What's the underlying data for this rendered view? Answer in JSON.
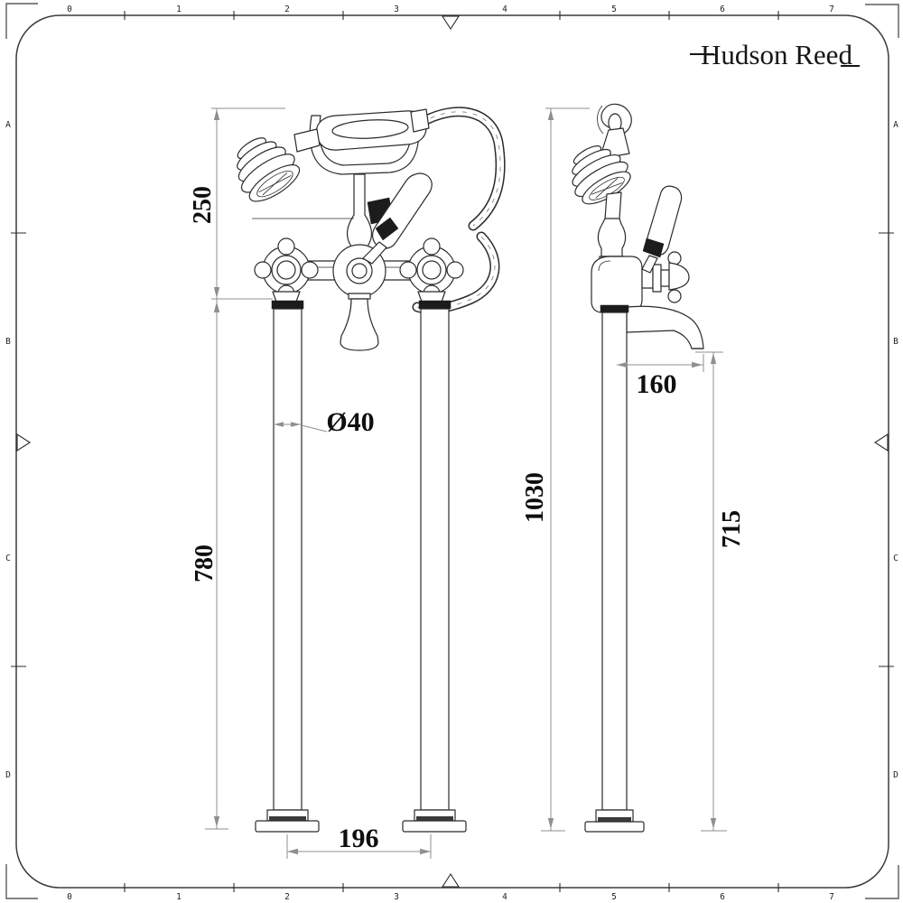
{
  "colors": {
    "background": "#ffffff",
    "ink": "#2b2b2b",
    "dimension_line": "#8f8f8f",
    "dimension_text": "#0f0f0f"
  },
  "brand": {
    "logo_text": "Hudson Reed"
  },
  "frame": {
    "top_ruler": [
      "0",
      "1",
      "2",
      "3",
      "4",
      "5",
      "6",
      "7"
    ],
    "bottom_ruler": [
      "0",
      "1",
      "2",
      "3",
      "4",
      "5",
      "6",
      "7"
    ],
    "left_ruler": [
      "A",
      "B",
      "C",
      "D"
    ],
    "right_ruler": [
      "A",
      "B",
      "C",
      "D"
    ]
  },
  "front_view": {
    "dimensions": {
      "handset_height": "250",
      "standpipe_height": "780",
      "pipe_centres": "196",
      "pipe_diameter": "Ø40"
    }
  },
  "side_view": {
    "dimensions": {
      "overall_height": "1030",
      "spout_height": "715",
      "spout_projection": "160"
    }
  }
}
